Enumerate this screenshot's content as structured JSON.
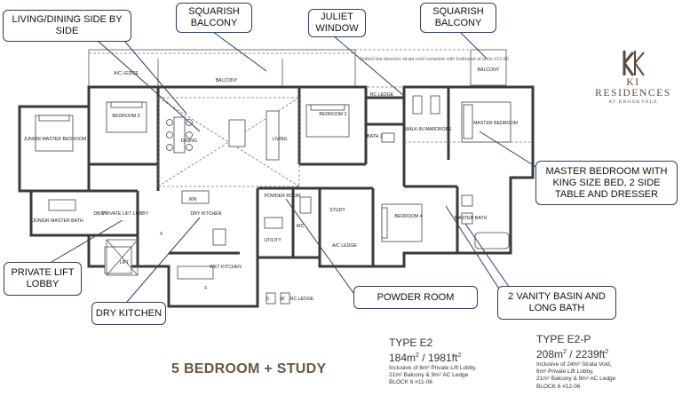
{
  "brand": {
    "name": "KI RESIDENCES",
    "subtitle": "AT BROOKVALE"
  },
  "floorplan_title": "5 BEDROOM + STUDY",
  "plan_note": "Dotted line denotes strata void complete with bulkhead at units #12-06",
  "rooms": {
    "balcony_main": "BALCONY",
    "balcony_right": "BALCONY",
    "ac_ledge_top": "A/C LEDGE",
    "bedroom3": "BEDROOM 3",
    "junior_master_bedroom": "JUNIOR MASTER BEDROOM",
    "junior_master_bath": "JUNIOR MASTER BATH",
    "dining": "DINING",
    "living": "LIVING",
    "bedroom2": "BEDROOM 2",
    "bath2": "BATH 2",
    "rc_ledge_top": "RC LEDGE",
    "walk_in_wardrobe": "WALK-IN WARDROBE",
    "master_bedroom": "MASTER BEDROOM",
    "db_st": "DB/ST",
    "private_lift_lobby": "PRIVATE LIFT LOBBY",
    "lift": "LIFT",
    "wn": "WN",
    "dry_kitchen": "DRY KITCHEN",
    "wet_kitchen": "WET KITCHEN",
    "powder_room": "POWDER ROOM",
    "wc": "WC",
    "utility": "UTILITY",
    "study": "STUDY",
    "ac_ledge_mid": "A/C LEDGE",
    "bedroom4": "BEDROOM 4",
    "master_bath": "MASTER BATH",
    "rc_ledge_bottom": "RC LEDGE",
    "f1": "F",
    "f2": "F",
    "d": "D",
    "w": "W"
  },
  "callouts": {
    "living_dining": "LIVING/DINING SIDE BY SIDE",
    "squarish_balcony_1": "SQUARISH BALCONY",
    "juliet_window": "JULIET WINDOW",
    "squarish_balcony_2": "SQUARISH BALCONY",
    "master_bedroom": "MASTER BEDROOM WITH KING SIZE BED, 2 SIDE TABLE AND DRESSER",
    "private_lift_lobby": "PRIVATE LIFT LOBBY",
    "dry_kitchen": "DRY KITCHEN",
    "powder_room": "POWDER ROOM",
    "vanity_bath": "2 VANITY BASIN AND LONG BATH"
  },
  "types": [
    {
      "title": "TYPE E2",
      "area_m": "184m",
      "area_ft": " / 1981ft",
      "sup": "2",
      "notes": [
        "Inclusive of 6m² Private Lift Lobby,",
        "21m² Balcony & 9m² AC Ledge",
        "BLOCK 6     #11-06"
      ]
    },
    {
      "title": "TYPE E2-P",
      "area_m": "208m",
      "area_ft": " / 2239ft",
      "sup": "2",
      "notes": [
        "Inclusive of 24m² Strata Void,",
        "6m² Private Lift Lobby,",
        "21m² Balcony & 9m² AC Ledge",
        "BLOCK 6     #12-06"
      ]
    }
  ],
  "colors": {
    "brand": "#5a4a3c",
    "callout_border": "#2d3f5e",
    "wall": "#3a3a3a"
  }
}
